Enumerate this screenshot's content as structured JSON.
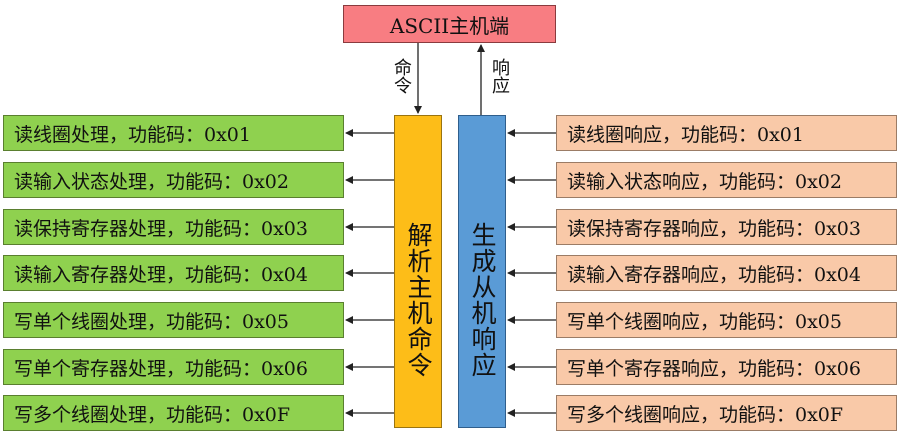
{
  "host": {
    "label": "ASCII主机端"
  },
  "edges": {
    "command": "命令",
    "response": "响应"
  },
  "bars": {
    "parse": "解析主机命令",
    "generate": "生成从机响应"
  },
  "left_items": [
    "读线圈处理，功能码：0x01",
    "读输入状态处理，功能码：0x02",
    "读保持寄存器处理，功能码：0x03",
    "读输入寄存器处理，功能码：0x04",
    "写单个线圈处理，功能码：0x05",
    "写单个寄存器处理，功能码：0x06",
    "写多个线圈处理，功能码：0x0F"
  ],
  "right_items": [
    "读线圈响应，功能码：0x01",
    "读输入状态响应，功能码：0x02",
    "读保持寄存器响应，功能码：0x03",
    "读输入寄存器响应，功能码：0x04",
    "写单个线圈响应，功能码：0x05",
    "写单个寄存器响应，功能码：0x06",
    "写多个线圈响应，功能码：0x0F"
  ]
}
